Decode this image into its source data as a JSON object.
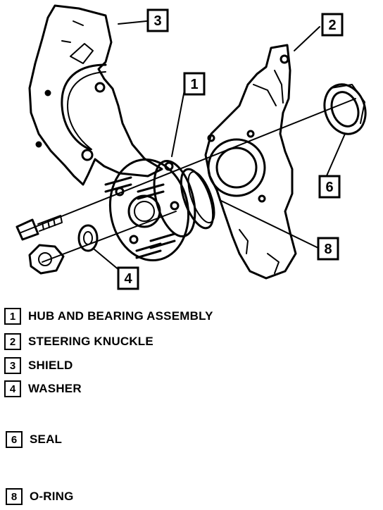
{
  "colors": {
    "ink": "#000000",
    "paper": "#ffffff"
  },
  "callouts": [
    {
      "number": "1"
    },
    {
      "number": "2"
    },
    {
      "number": "3"
    },
    {
      "number": "4"
    },
    {
      "number": "6"
    },
    {
      "number": "8"
    }
  ],
  "legend": [
    {
      "number": "1",
      "label": "HUB AND BEARING ASSEMBLY"
    },
    {
      "number": "2",
      "label": "STEERING KNUCKLE"
    },
    {
      "number": "3",
      "label": "SHIELD"
    },
    {
      "number": "4",
      "label": "WASHER"
    },
    {
      "number": "6",
      "label": "SEAL"
    },
    {
      "number": "8",
      "label": "O-RING"
    }
  ]
}
